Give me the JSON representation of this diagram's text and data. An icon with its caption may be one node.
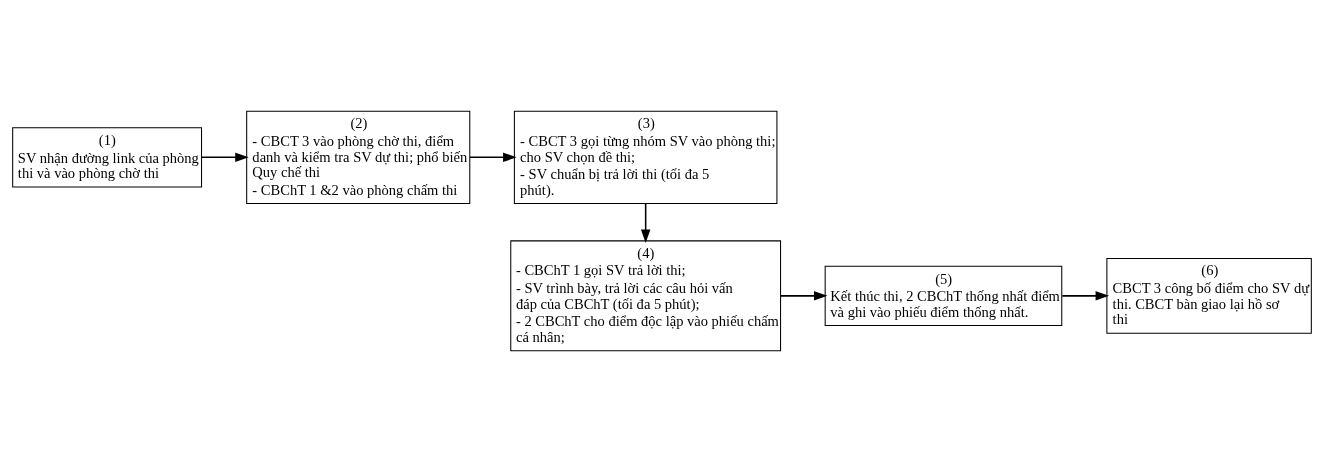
{
  "diagram": {
    "nodes": [
      {
        "text": [
          "(1)",
          "SV nhận đường link của phòng thi và vào phòng chờ thi"
        ]
      },
      {
        "text": [
          "(2)",
          "- CBCT 3 vào phòng chờ thi, điểm danh và kiểm tra SV dự thi; phổ biến Quy chế thi",
          "- CBChT 1 &2 vào phòng chấm thi"
        ]
      },
      {
        "text": [
          "(3)",
          "- CBCT 3 gọi từng nhóm SV vào phòng thi; cho SV chọn đề thi;",
          "- SV chuẩn bị trả lời thi (tối đa 5 phút)."
        ]
      },
      {
        "text": [
          "(4)",
          "- CBChT 1 gọi SV trả lời thi;",
          "- SV trình bày, trả lời các câu hỏi vấn đáp của CBChT (tối đa 5 phút);",
          "- 2 CBChT cho điểm độc lập vào phiếu chấm cá nhân;"
        ]
      },
      {
        "text": [
          "(5)",
          "Kết thúc thi, 2 CBChT thống nhất điểm và ghi vào phiếu điểm thống nhất."
        ]
      },
      {
        "text": [
          "(6)",
          "CBCT 3 công bố điểm cho SV dự thi. CBCT bàn giao lại hồ sơ thi"
        ]
      }
    ],
    "edges": [
      {
        "from": 0,
        "to": 1,
        "arrow": "to"
      },
      {
        "from": 1,
        "to": 2,
        "arrow": "to"
      },
      {
        "from": 2,
        "to": 3,
        "arrow": "to"
      },
      {
        "from": 3,
        "to": 4,
        "arrow": "to"
      },
      {
        "from": 4,
        "to": 5,
        "arrow": "to"
      }
    ]
  }
}
